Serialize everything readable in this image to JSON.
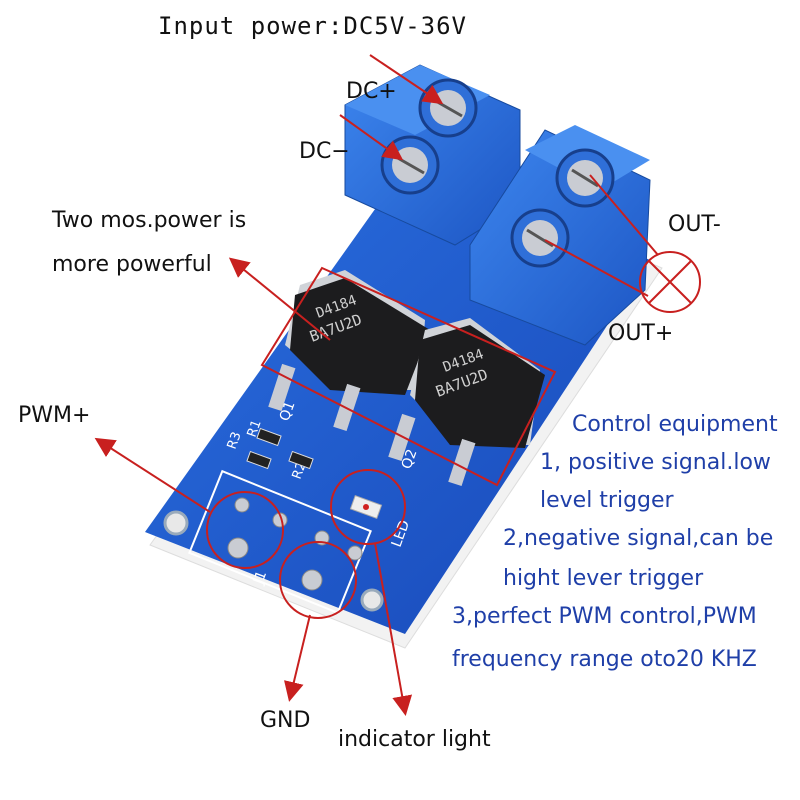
{
  "title": "Input power:DC5V-36V",
  "labels": {
    "dc_plus": "DC+",
    "dc_minus": "DC−",
    "two_mos_line1": "Two mos.power is",
    "two_mos_line2": "more powerful",
    "out_minus": "OUT-",
    "out_plus": "OUT+",
    "pwm_plus": "PWM+",
    "gnd": "GND",
    "indicator_light": "indicator light"
  },
  "board_text": {
    "chip_line1": "D4184",
    "chip_line2": "BA7U2D",
    "q1": "Q1",
    "q2": "Q2",
    "r1": "R1",
    "r2": "R2",
    "r3": "R3",
    "led": "LED",
    "j1": "J1"
  },
  "control": {
    "heading": "Control equipment",
    "lines": [
      "1, positive signal.low",
      "level trigger",
      "2,negative signal,can be",
      "hight lever trigger",
      "3,perfect PWM control,PWM",
      "frequency range oto20 KHZ"
    ]
  },
  "colors": {
    "annotation_red": "#c8201f",
    "board_blue": "#1f56c8",
    "terminal_blue": "#2c6fd8",
    "text_blue": "#1f3fa8"
  }
}
